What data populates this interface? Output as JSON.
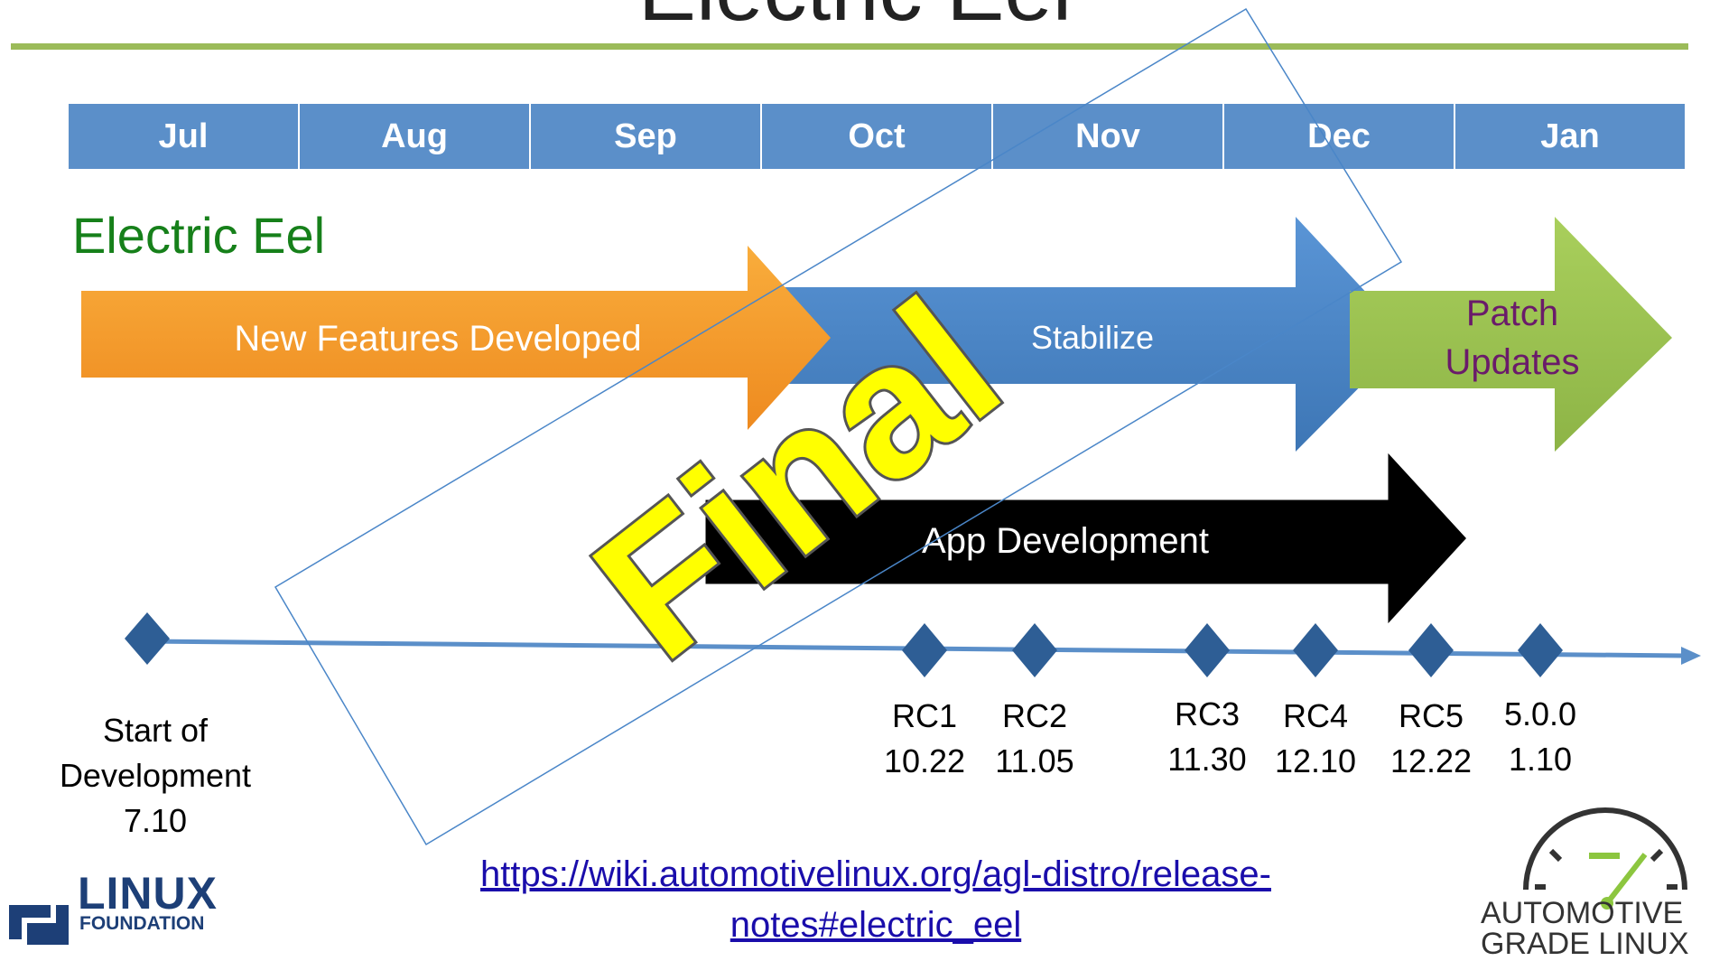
{
  "slide": {
    "title": "Electric Eel",
    "release_name": "Electric Eel",
    "watermark": "Final"
  },
  "timeline": {
    "months": [
      "Jul",
      "Aug",
      "Sep",
      "Oct",
      "Nov",
      "Dec",
      "Jan"
    ]
  },
  "phases": {
    "new_features": "New Features Developed",
    "stabilize": "Stabilize",
    "patch_line1": "Patch",
    "patch_line2": "Updates",
    "app_development": "App Development"
  },
  "milestones": [
    {
      "name": "Start of",
      "name2": "Development",
      "date": "7.10"
    },
    {
      "name": "RC1",
      "date": "10.22"
    },
    {
      "name": "RC2",
      "date": "11.05"
    },
    {
      "name": "RC3",
      "date": "11.30"
    },
    {
      "name": "RC4",
      "date": "12.10"
    },
    {
      "name": "RC5",
      "date": "12.22"
    },
    {
      "name": "5.0.0",
      "date": "1.10"
    }
  ],
  "footer": {
    "url_line1": "https://wiki.automotivelinux.org/agl-distro/release-",
    "url_line2": "notes#electric_eel",
    "linux_foundation_word": "LINUX",
    "linux_foundation_sub": "FOUNDATION",
    "agl_word1": "AUTOMOTIVE",
    "agl_word2": "GRADE LINUX"
  },
  "colors": {
    "month_bar": "#5b8fc9",
    "orange_arrow": "#f39b2d",
    "blue_arrow": "#4a86c8",
    "green_arrow": "#9bc251",
    "title_green": "#16801a",
    "watermark_fill": "#ffff00"
  }
}
